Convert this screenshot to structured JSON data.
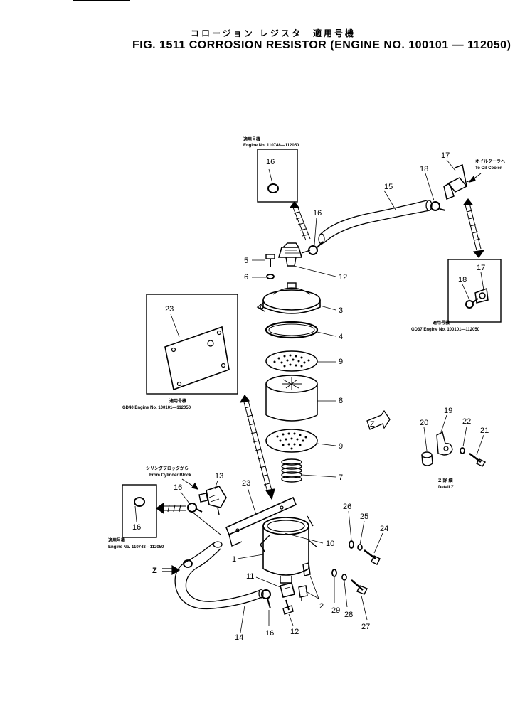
{
  "header": {
    "title_jp": "コロージョン レジスタ　適用号機",
    "title_en": "FIG. 1511  CORROSION RESISTOR (ENGINE NO. 100101 — 112050)"
  },
  "notes": {
    "top_left_jp": "適用号機",
    "top_left_en": "Engine No. 110748—112050",
    "oil_cooler_jp": "オイルクーラへ",
    "oil_cooler_en": "To Oil Cooler",
    "right_box_jp": "適用号機",
    "right_box_en": "GD37 Engine No. 100101—112050",
    "plate_box_jp": "適用号機",
    "plate_box_en": "GD40 Engine No. 100101—112050",
    "cyl_block_jp": "シリンダブロックから",
    "cyl_block_en": "From Cylinder Block",
    "bottom_left_jp": "適用号機",
    "bottom_left_en": "Engine No. 110748—112050",
    "detail_jp": "Z 詳 細",
    "detail_en": "Detail Z",
    "z_arrow": "Z"
  },
  "parts": {
    "p1": "1",
    "p2": "2",
    "p3": "3",
    "p4": "4",
    "p5": "5",
    "p6": "6",
    "p7": "7",
    "p8": "8",
    "p9a": "9",
    "p9b": "9",
    "p10": "10",
    "p11": "11",
    "p12a": "12",
    "p12b": "12",
    "p13": "13",
    "p14": "14",
    "p15": "15",
    "p16a": "16",
    "p16b": "16",
    "p16c": "16",
    "p16d": "16",
    "p16e": "16",
    "p18a": "18",
    "p18b": "18",
    "p17a": "17",
    "p17b": "17",
    "p19": "19",
    "p20": "20",
    "p21": "21",
    "p22": "22",
    "p23a": "23",
    "p23b": "23",
    "p24": "24",
    "p25": "25",
    "p26": "26",
    "p27": "27",
    "p28": "28",
    "p29": "29"
  }
}
